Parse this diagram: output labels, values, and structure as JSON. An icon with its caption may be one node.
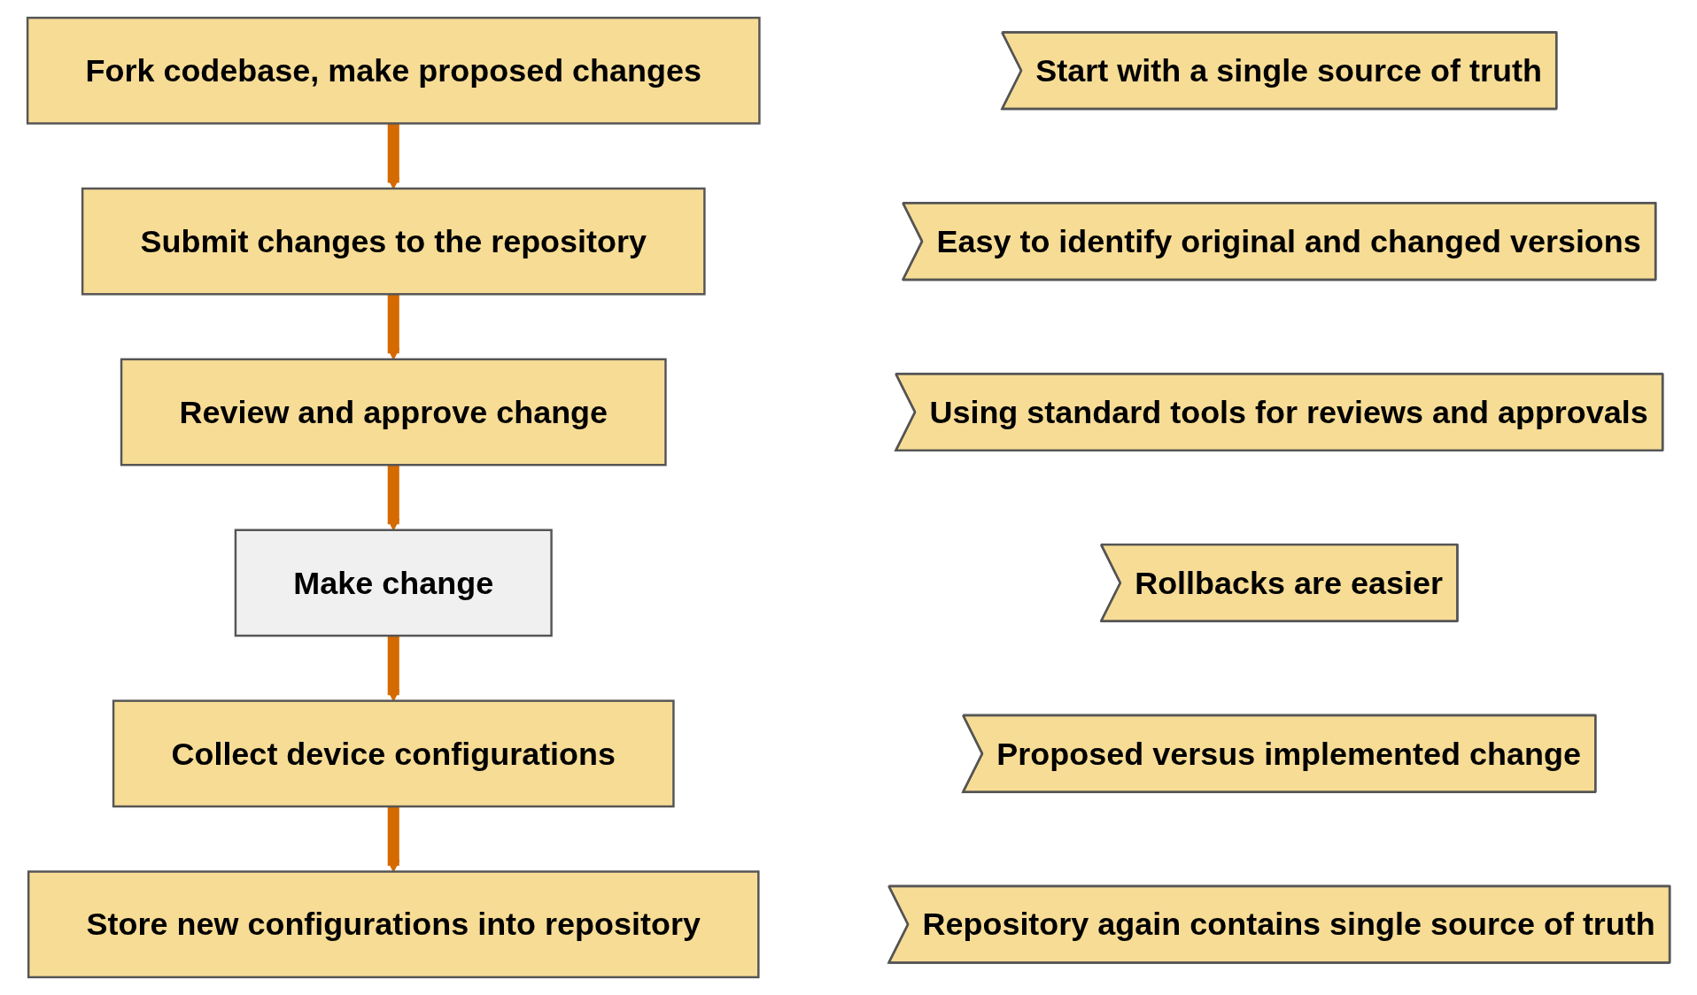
{
  "diagram": {
    "nodes": [
      {
        "text": [
          "Fork codebase, make proposed changes"
        ]
      },
      {
        "text": [
          "Start with a single source of truth"
        ]
      },
      {
        "text": [
          "Submit changes to the repository"
        ]
      },
      {
        "text": [
          "Easy to identify original and changed versions"
        ]
      },
      {
        "text": [
          "Review and approve change"
        ]
      },
      {
        "text": [
          "Using standard tools for reviews and approvals"
        ]
      },
      {
        "text": [
          "Make change"
        ]
      },
      {
        "text": [
          "Rollbacks are easier"
        ]
      },
      {
        "text": [
          "Collect device configurations"
        ]
      },
      {
        "text": [
          "Proposed versus implemented change"
        ]
      },
      {
        "text": [
          "Store new configurations into repository"
        ]
      },
      {
        "text": [
          "Repository again contains single source of truth"
        ]
      }
    ],
    "edges": [
      {
        "from": 0,
        "to": 2,
        "arrow": "to"
      },
      {
        "from": 2,
        "to": 4,
        "arrow": "to"
      },
      {
        "from": 4,
        "to": 6,
        "arrow": "to"
      },
      {
        "from": 6,
        "to": 8,
        "arrow": "to"
      },
      {
        "from": 8,
        "to": 10,
        "arrow": "to"
      }
    ]
  }
}
